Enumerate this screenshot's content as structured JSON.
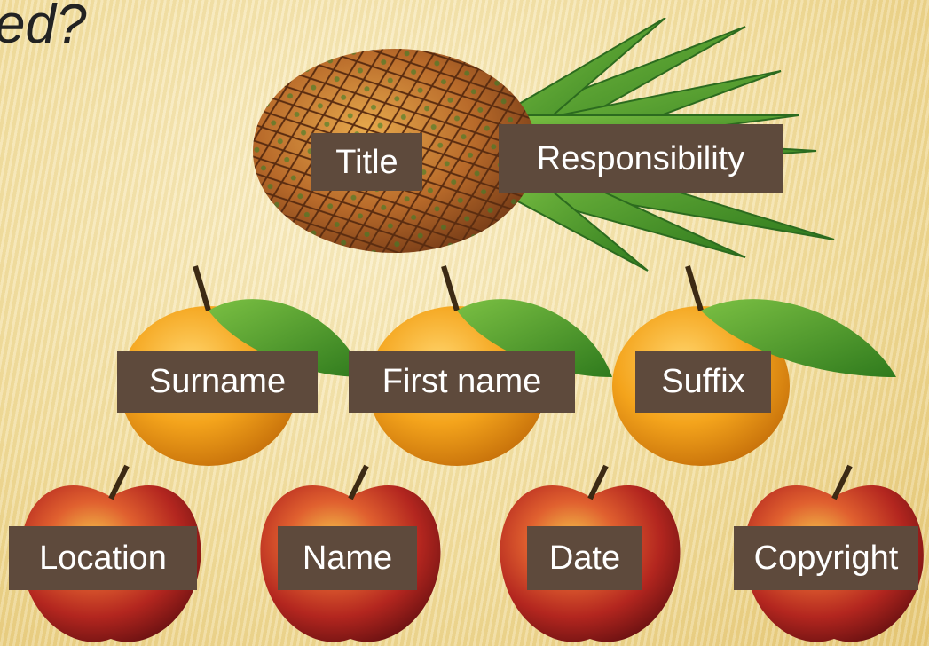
{
  "heading": "ed?",
  "top_row": {
    "fruit": "pineapple-image",
    "labels": [
      "Title",
      "Responsibility"
    ]
  },
  "middle_row": {
    "fruit": "orange-image",
    "labels": [
      "Surname",
      "First name",
      "Suffix"
    ]
  },
  "bottom_row": {
    "fruit": "apple-image",
    "labels": [
      "Location",
      "Name",
      "Date",
      "Copyright"
    ]
  },
  "colors": {
    "label_bg": "#5e4a3c",
    "label_text": "#ffffff",
    "background": "#f1dc9a"
  }
}
